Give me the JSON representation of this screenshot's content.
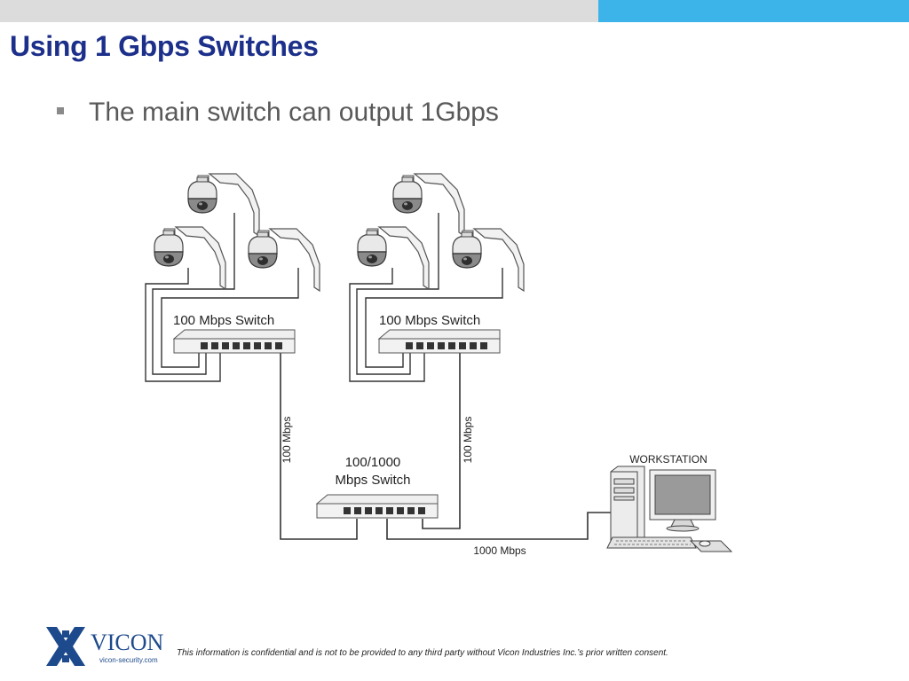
{
  "slide": {
    "title": "Using 1 Gbps Switches",
    "bullets": [
      "The main switch can output 1Gbps"
    ]
  },
  "diagram": {
    "left_switch_label": "100 Mbps Switch",
    "right_switch_label": "100 Mbps Switch",
    "main_switch_label_line1": "100/1000",
    "main_switch_label_line2": "Mbps Switch",
    "left_uplink_label": "100 Mbps",
    "right_uplink_label": "100 Mbps",
    "workstation_link_label": "1000 Mbps",
    "workstation_label": "WORKSTATION"
  },
  "footer": {
    "logo_text": "VICON",
    "logo_url": "vicon-security.com",
    "disclaimer": "This information is confidential and is not to be provided to any third party without Vicon Industries Inc.’s  prior written consent."
  },
  "colors": {
    "title": "#1c2f8a",
    "top_bar_gray": "#dcdcdc",
    "top_bar_blue": "#3cb4ea",
    "logo": "#1d4a8c"
  }
}
